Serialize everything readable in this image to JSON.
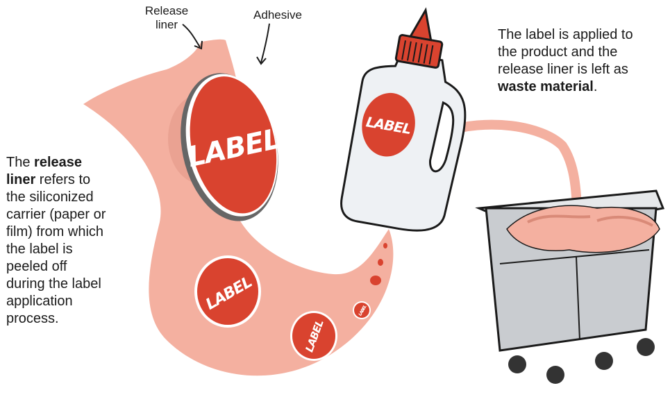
{
  "callouts": {
    "release_liner_line1": "Release",
    "release_liner_line2": "liner",
    "adhesive": "Adhesive"
  },
  "right_text": {
    "line1": "The label is applied to",
    "line2": "the product and the",
    "line3": "release liner is left as",
    "bold": "waste material",
    "tail": "."
  },
  "left_text": {
    "line1_pre": "The ",
    "line1_bold": "release",
    "line2_bold": "liner",
    "line2_post": " refers to",
    "line3": "the siliconized",
    "line4": "carrier (paper or",
    "line5": "film) from which",
    "line6": "the label is",
    "line7": "peeled off",
    "line8": "during the label",
    "line9": "application",
    "line10": "process."
  },
  "label_word": "LABEL",
  "colors": {
    "liner": "#f4b0a0",
    "label_red": "#d9432f",
    "bottle": "#eef1f4",
    "cap": "#d9432f",
    "bin": "#c9ccd0",
    "ink": "#1a1a1a"
  }
}
